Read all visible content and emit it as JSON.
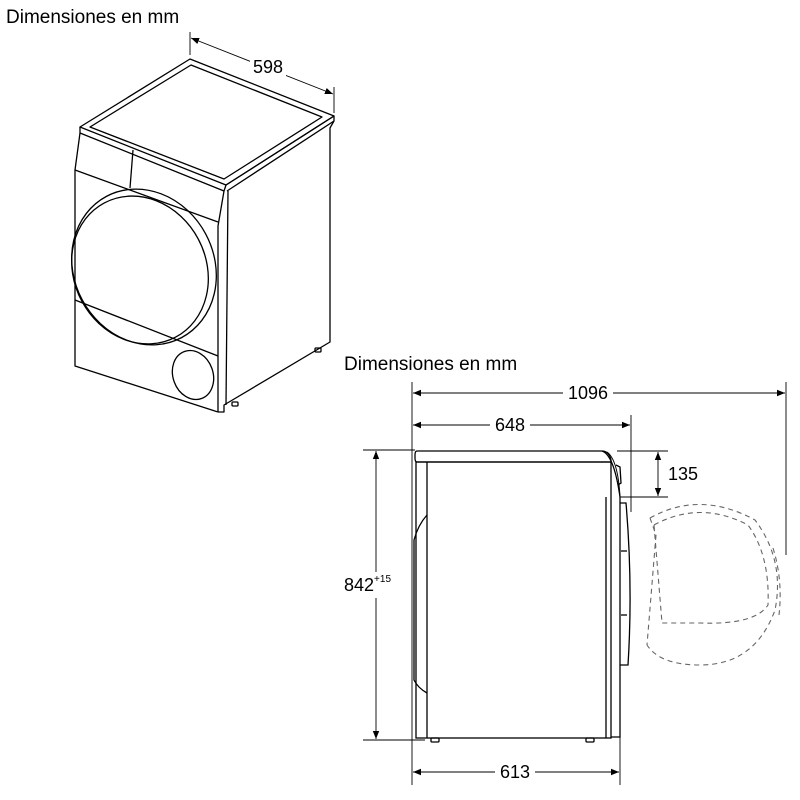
{
  "views": {
    "isometric": {
      "title": "Dimensiones en mm",
      "dimensions": {
        "width": "598"
      }
    },
    "side": {
      "title": "Dimensiones en mm",
      "dimensions": {
        "depth_door_open": "1096",
        "depth_top": "648",
        "depth_body": "613",
        "height": "842",
        "height_tolerance": "+15",
        "panel_height": "135"
      }
    }
  },
  "colors": {
    "line": "#000000",
    "background": "#ffffff",
    "dashed": "#666666"
  }
}
